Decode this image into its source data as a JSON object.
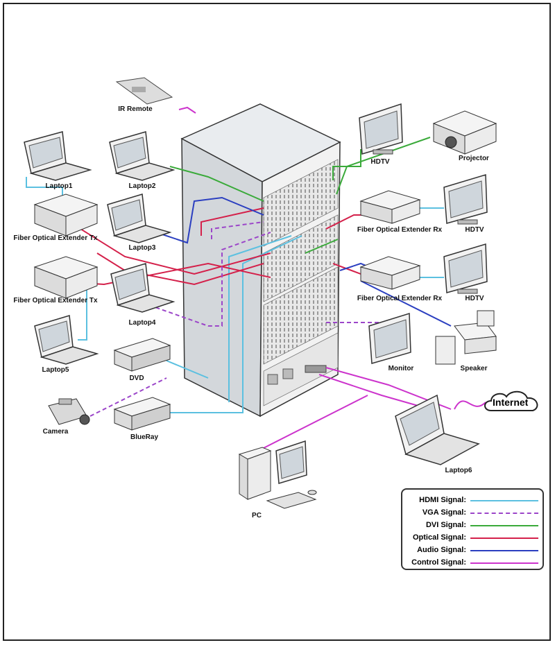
{
  "devices": {
    "ir_remote": "IR Remote",
    "laptop1": "Laptop1",
    "laptop2": "Laptop2",
    "laptop3": "Laptop3",
    "laptop4": "Laptop4",
    "laptop5": "Laptop5",
    "laptop6": "Laptop6",
    "fiber_tx1": "Fiber Optical Extender Tx",
    "fiber_tx2": "Fiber Optical Extender Tx",
    "fiber_rx1": "Fiber Optical Extender Rx",
    "fiber_rx2": "Fiber Optical Extender Rx",
    "dvd": "DVD",
    "camera": "Camera",
    "blueray": "BlueRay",
    "pc": "PC",
    "hdtv1": "HDTV",
    "hdtv2": "HDTV",
    "hdtv3": "HDTV",
    "projector": "Projector",
    "monitor": "Monitor",
    "speaker": "Speaker",
    "internet": "Internet"
  },
  "legend": {
    "items": [
      {
        "label": "HDMI Signal:",
        "color": "#5bc0e0",
        "style": "solid"
      },
      {
        "label": "VGA Signal:",
        "color": "#9b45c9",
        "style": "dashed"
      },
      {
        "label": "DVI Signal:",
        "color": "#3aaa3a",
        "style": "solid"
      },
      {
        "label": "Optical Signal:",
        "color": "#d4204a",
        "style": "solid"
      },
      {
        "label": "Audio Signal:",
        "color": "#2a3ec0",
        "style": "solid"
      },
      {
        "label": "Control Signal:",
        "color": "#cc33cc",
        "style": "solid"
      }
    ]
  },
  "colors": {
    "hdmi": "#5bc0e0",
    "vga": "#9b45c9",
    "dvi": "#3aaa3a",
    "optical": "#d4204a",
    "audio": "#2a3ec0",
    "control": "#cc33cc"
  }
}
